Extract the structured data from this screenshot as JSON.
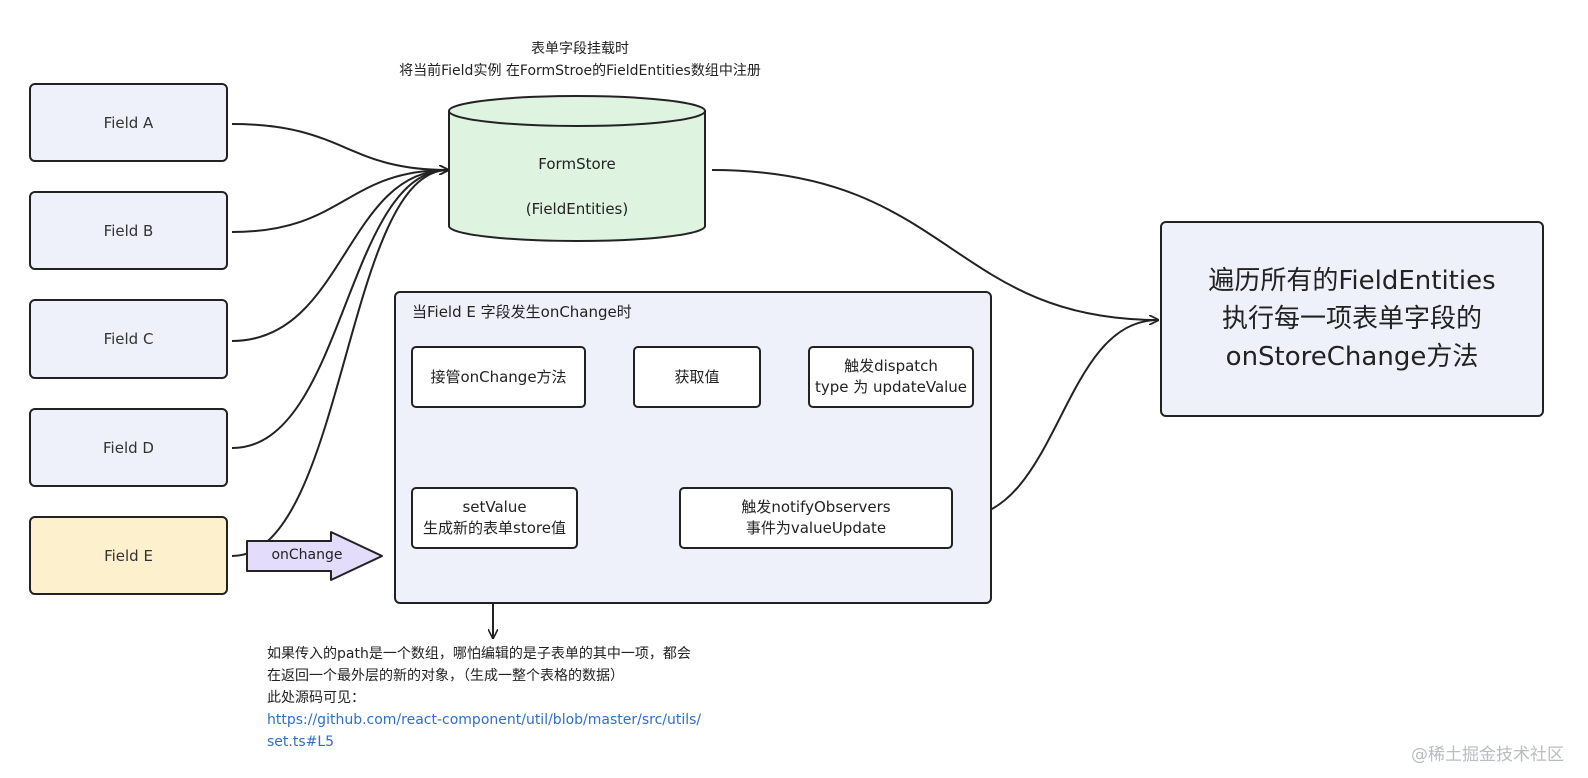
{
  "top_note": {
    "line1": "表单字段挂载时",
    "line2": "将当前Field实例 在FormStroe的FieldEntities数组中注册"
  },
  "fields": [
    {
      "label": "Field A"
    },
    {
      "label": "Field B"
    },
    {
      "label": "Field C"
    },
    {
      "label": "Field D"
    },
    {
      "label": "Field E"
    }
  ],
  "store": {
    "title": "FormStore",
    "subtitle": "(FieldEntities)"
  },
  "onchange_arrow_label": "onChange",
  "group": {
    "title": "当Field E 字段发生onChange时",
    "steps": {
      "intercept": "接管onChange方法",
      "get_value": "获取值",
      "dispatch_line1": "触发dispatch",
      "dispatch_line2": "type 为 updateValue",
      "setvalue_line1": "setValue",
      "setvalue_line2": "生成新的表单store值",
      "notify_line1": "触发notifyObservers",
      "notify_line2": "事件为valueUpdate"
    }
  },
  "result": {
    "line1": "遍历所有的FieldEntities",
    "line2": "执行每一项表单字段的",
    "line3": "onStoreChange方法"
  },
  "comment": {
    "line1": "如果传入的path是一个数组，哪怕编辑的是子表单的其中一项，都会",
    "line2": "在返回一个最外层的新的对象，（生成一整个表格的数据）",
    "line3": "此处源码可见：",
    "link_line1": "https://github.com/react-component/util/blob/master/src/utils/",
    "link_line2": "set.ts#L5"
  },
  "watermark": "@稀土掘金技术社区",
  "colors": {
    "field_bg": "#eef1fa",
    "field_active_bg": "#fdf1cd",
    "store_bg": "#dff3e1",
    "onchange_arrow_bg": "#e3dcfb",
    "link": "#2f6fc9"
  }
}
